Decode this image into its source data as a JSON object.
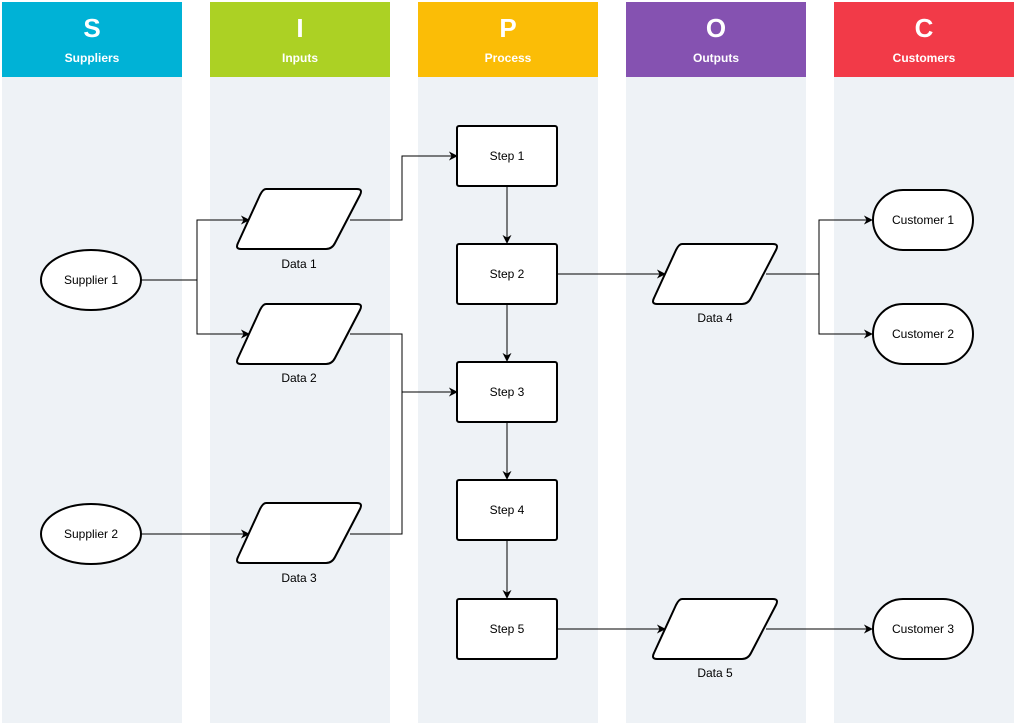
{
  "lanes": [
    {
      "letter": "S",
      "title": "Suppliers",
      "color": "#00b2d6"
    },
    {
      "letter": "I",
      "title": "Inputs",
      "color": "#acd124"
    },
    {
      "letter": "P",
      "title": "Process",
      "color": "#fbbd06"
    },
    {
      "letter": "O",
      "title": "Outputs",
      "color": "#8552b1"
    },
    {
      "letter": "C",
      "title": "Customers",
      "color": "#f23a48"
    }
  ],
  "suppliers": [
    "Supplier 1",
    "Supplier 2"
  ],
  "inputs": [
    "Data 1",
    "Data 2",
    "Data 3"
  ],
  "steps": [
    "Step 1",
    "Step 2",
    "Step 3",
    "Step 4",
    "Step 5"
  ],
  "outputs": [
    "Data 4",
    "Data 5"
  ],
  "customers": [
    "Customer 1",
    "Customer 2",
    "Customer 3"
  ]
}
